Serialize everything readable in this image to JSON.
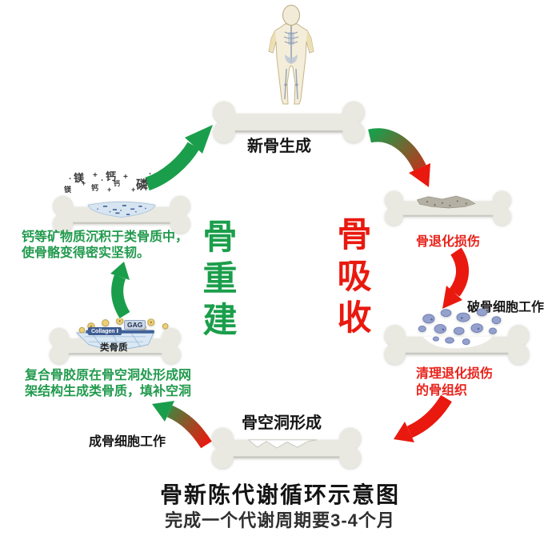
{
  "title": {
    "main": "骨新陈代谢循环示意图",
    "sub": "完成一个代谢周期要3-4个月"
  },
  "cycle": {
    "left_phase": "骨重建",
    "right_phase": "骨吸收",
    "new_bone_label": "新骨生成",
    "degeneration_label": "骨退化损伤",
    "osteoclast_label": "破骨细胞工作",
    "cleanup_line1": "清理退化损伤",
    "cleanup_line2": "的骨组织",
    "cavity_label": "骨空洞形成",
    "osteoblast_label": "成骨细胞工作",
    "osteoid_note_line1": "复合骨胶原在骨空洞处形成网",
    "osteoid_note_line2": "架结构生成类骨质，填补空洞",
    "mineral_note_line1": "钙等矿物质沉积于类骨质中，",
    "mineral_note_line2": "使骨骼变得密实坚韧。"
  },
  "bone_details": {
    "osteoid_label": "类骨质",
    "gag_label": "GAG",
    "collagen_label": "Collagen Ⅰ",
    "mineral_mg": "镁",
    "mineral_ca": "钙",
    "mineral_p": "磷",
    "plus_mark": "+",
    "dot_mark": "·"
  },
  "colors": {
    "green": "#1b9e4b",
    "red": "#e9190f",
    "red_text": "#e8221a",
    "bone": "#e9e9e2",
    "title_text": "#141414",
    "subtitle_text": "#2f2f2f"
  }
}
